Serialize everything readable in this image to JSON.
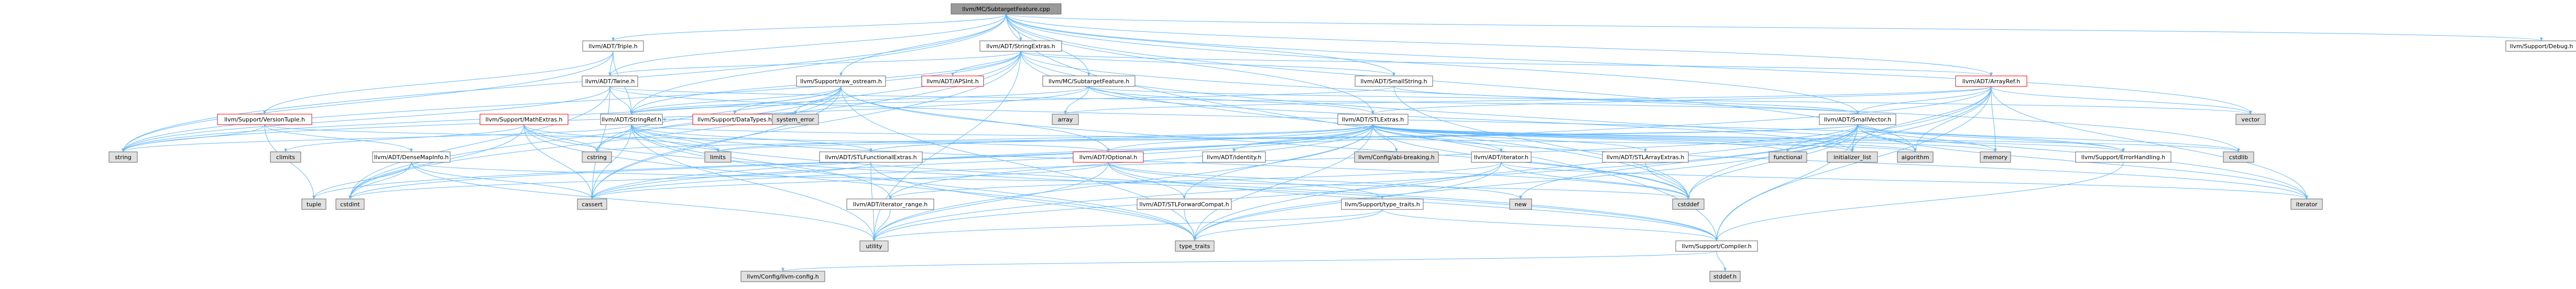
{
  "colors": {
    "edge": "#63b8ff",
    "node_border": "#666666",
    "node_fill": "#ffffff",
    "root_fill": "#999999",
    "system_fill": "#e0e0e0",
    "cycle_border": "#ff0000"
  },
  "nodes": [
    {
      "id": "root",
      "label": "llvm/MC/SubtargetFeature.cpp",
      "kind": "root"
    },
    {
      "id": "triple",
      "label": "llvm/ADT/Triple.h"
    },
    {
      "id": "stringextras",
      "label": "llvm/ADT/StringExtras.h"
    },
    {
      "id": "twine",
      "label": "llvm/ADT/Twine.h"
    },
    {
      "id": "ostream",
      "label": "llvm/Support/raw_ostream.h"
    },
    {
      "id": "apsint",
      "label": "llvm/ADT/APSInt.h",
      "kind": "cycle"
    },
    {
      "id": "subtargetfeature",
      "label": "llvm/MC/SubtargetFeature.h"
    },
    {
      "id": "smallstring",
      "label": "llvm/ADT/SmallString.h"
    },
    {
      "id": "arrayref",
      "label": "llvm/ADT/ArrayRef.h",
      "kind": "cycle"
    },
    {
      "id": "debug",
      "label": "llvm/Support/Debug.h"
    },
    {
      "id": "versiontuple",
      "label": "llvm/Support/VersionTuple.h",
      "kind": "cycle"
    },
    {
      "id": "stringref",
      "label": "llvm/ADT/StringRef.h"
    },
    {
      "id": "datatypes",
      "label": "llvm/Support/DataTypes.h",
      "kind": "cycle"
    },
    {
      "id": "system_error",
      "label": "system_error",
      "kind": "system"
    },
    {
      "id": "array",
      "label": "array",
      "kind": "system"
    },
    {
      "id": "stlextras",
      "label": "llvm/ADT/STLExtras.h"
    },
    {
      "id": "smallvector",
      "label": "llvm/ADT/SmallVector.h"
    },
    {
      "id": "vector",
      "label": "vector",
      "kind": "system"
    },
    {
      "id": "mathextras",
      "label": "llvm/Support/MathExtras.h",
      "kind": "cycle"
    },
    {
      "id": "string",
      "label": "string",
      "kind": "system"
    },
    {
      "id": "climits",
      "label": "climits",
      "kind": "system"
    },
    {
      "id": "densemapinfo",
      "label": "llvm/ADT/DenseMapInfo.h"
    },
    {
      "id": "cstring",
      "label": "cstring",
      "kind": "system"
    },
    {
      "id": "limits",
      "label": "limits",
      "kind": "system"
    },
    {
      "id": "stlfunctionalextras",
      "label": "llvm/ADT/STLFunctionalExtras.h"
    },
    {
      "id": "optional",
      "label": "llvm/ADT/Optional.h",
      "kind": "cycle"
    },
    {
      "id": "identity",
      "label": "llvm/ADT/identity.h"
    },
    {
      "id": "config_abi",
      "label": "llvm/Config/abi-breaking.h",
      "kind": "system"
    },
    {
      "id": "iterator",
      "label": "llvm/ADT/iterator.h"
    },
    {
      "id": "stlarrayextras",
      "label": "llvm/ADT/STLArrayExtras.h"
    },
    {
      "id": "functional",
      "label": "functional",
      "kind": "system"
    },
    {
      "id": "initializer_list",
      "label": "initializer_list",
      "kind": "system"
    },
    {
      "id": "algorithm",
      "label": "algorithm",
      "kind": "system"
    },
    {
      "id": "memory",
      "label": "memory",
      "kind": "system"
    },
    {
      "id": "cstdlib",
      "label": "cstdlib",
      "kind": "system"
    },
    {
      "id": "errorhandling",
      "label": "llvm/Support/ErrorHandling.h"
    },
    {
      "id": "tuple",
      "label": "tuple",
      "kind": "system"
    },
    {
      "id": "cstdint",
      "label": "cstdint",
      "kind": "system"
    },
    {
      "id": "cassert",
      "label": "cassert",
      "kind": "system"
    },
    {
      "id": "iterator_range",
      "label": "llvm/ADT/iterator_range.h"
    },
    {
      "id": "stlforwardcompat",
      "label": "llvm/ADT/STLForwardCompat.h"
    },
    {
      "id": "new",
      "label": "new",
      "kind": "system"
    },
    {
      "id": "typetraits_h",
      "label": "llvm/Support/type_traits.h"
    },
    {
      "id": "cstddef",
      "label": "cstddef",
      "kind": "system"
    },
    {
      "id": "iterator_sys",
      "label": "iterator",
      "kind": "system"
    },
    {
      "id": "utility",
      "label": "utility",
      "kind": "system"
    },
    {
      "id": "type_traits",
      "label": "type_traits",
      "kind": "system"
    },
    {
      "id": "compiler",
      "label": "llvm/Support/Compiler.h"
    },
    {
      "id": "llvmconfig",
      "label": "llvm/Config/llvm-config.h",
      "kind": "system"
    },
    {
      "id": "stddef",
      "label": "stddef.h",
      "kind": "system"
    }
  ],
  "edges": [
    [
      "root",
      "triple"
    ],
    [
      "root",
      "stringextras"
    ],
    [
      "root",
      "twine"
    ],
    [
      "root",
      "ostream"
    ],
    [
      "root",
      "subtargetfeature"
    ],
    [
      "root",
      "smallstring"
    ],
    [
      "root",
      "arrayref"
    ],
    [
      "root",
      "debug"
    ],
    [
      "root",
      "stringref"
    ],
    [
      "root",
      "smallvector"
    ],
    [
      "root",
      "string"
    ],
    [
      "root",
      "vector"
    ],
    [
      "root",
      "stlextras"
    ],
    [
      "root",
      "compiler"
    ],
    [
      "root",
      "algorithm"
    ],
    [
      "triple",
      "twine"
    ],
    [
      "triple",
      "stringref"
    ],
    [
      "triple",
      "versiontuple"
    ],
    [
      "triple",
      "string"
    ],
    [
      "stringextras",
      "apsint"
    ],
    [
      "stringextras",
      "arrayref"
    ],
    [
      "stringextras",
      "smallstring"
    ],
    [
      "stringextras",
      "stringref"
    ],
    [
      "stringextras",
      "twine"
    ],
    [
      "stringextras",
      "cassert"
    ],
    [
      "stringextras",
      "cstddef"
    ],
    [
      "stringextras",
      "cstdint"
    ],
    [
      "stringextras",
      "cstdlib"
    ],
    [
      "stringextras",
      "cstring"
    ],
    [
      "stringextras",
      "iterator_sys"
    ],
    [
      "stringextras",
      "string"
    ],
    [
      "stringextras",
      "utility"
    ],
    [
      "twine",
      "smallvector"
    ],
    [
      "twine",
      "stringref"
    ],
    [
      "twine",
      "errorhandling"
    ],
    [
      "twine",
      "cassert"
    ],
    [
      "twine",
      "cstdint"
    ],
    [
      "twine",
      "string"
    ],
    [
      "ostream",
      "stringref"
    ],
    [
      "ostream",
      "datatypes"
    ],
    [
      "ostream",
      "cassert"
    ],
    [
      "ostream",
      "cstddef"
    ],
    [
      "ostream",
      "cstdint"
    ],
    [
      "ostream",
      "cstring"
    ],
    [
      "ostream",
      "optional"
    ],
    [
      "ostream",
      "string"
    ],
    [
      "ostream",
      "system_error"
    ],
    [
      "ostream",
      "type_traits"
    ],
    [
      "subtargetfeature",
      "stringref"
    ],
    [
      "subtargetfeature",
      "array"
    ],
    [
      "subtargetfeature",
      "stlextras"
    ],
    [
      "subtargetfeature",
      "initializer_list"
    ],
    [
      "subtargetfeature",
      "string"
    ],
    [
      "subtargetfeature",
      "vector"
    ],
    [
      "smallstring",
      "smallvector"
    ],
    [
      "smallstring",
      "stringref"
    ],
    [
      "smallstring",
      "cstddef"
    ],
    [
      "arrayref",
      "smallvector"
    ],
    [
      "arrayref",
      "stlextras"
    ],
    [
      "arrayref",
      "compiler"
    ],
    [
      "arrayref",
      "algorithm"
    ],
    [
      "arrayref",
      "array"
    ],
    [
      "arrayref",
      "cassert"
    ],
    [
      "arrayref",
      "cstddef"
    ],
    [
      "arrayref",
      "initializer_list"
    ],
    [
      "arrayref",
      "iterator_sys"
    ],
    [
      "arrayref",
      "memory"
    ],
    [
      "arrayref",
      "type_traits"
    ],
    [
      "arrayref",
      "vector"
    ],
    [
      "versiontuple",
      "densemapinfo"
    ],
    [
      "versiontuple",
      "optional"
    ],
    [
      "versiontuple",
      "string"
    ],
    [
      "versiontuple",
      "tuple"
    ],
    [
      "stringref",
      "stlfunctionalextras"
    ],
    [
      "stringref",
      "iterator_range"
    ],
    [
      "stringref",
      "compiler"
    ],
    [
      "stringref",
      "algorithm"
    ],
    [
      "stringref",
      "cassert"
    ],
    [
      "stringref",
      "cstddef"
    ],
    [
      "stringref",
      "cstring"
    ],
    [
      "stringref",
      "limits"
    ],
    [
      "stringref",
      "string"
    ],
    [
      "stringref",
      "type_traits"
    ],
    [
      "stringref",
      "utility"
    ],
    [
      "stlextras",
      "stlforwardcompat"
    ],
    [
      "stlextras",
      "stlarrayextras"
    ],
    [
      "stlextras",
      "stlfunctionalextras"
    ],
    [
      "stlextras",
      "identity"
    ],
    [
      "stlextras",
      "iterator"
    ],
    [
      "stlextras",
      "iterator_range"
    ],
    [
      "stlextras",
      "config_abi"
    ],
    [
      "stlextras",
      "errorhandling"
    ],
    [
      "stlextras",
      "algorithm"
    ],
    [
      "stlextras",
      "cassert"
    ],
    [
      "stlextras",
      "cstddef"
    ],
    [
      "stlextras",
      "cstdint"
    ],
    [
      "stlextras",
      "cstdlib"
    ],
    [
      "stlextras",
      "functional"
    ],
    [
      "stlextras",
      "initializer_list"
    ],
    [
      "stlextras",
      "iterator_sys"
    ],
    [
      "stlextras",
      "limits"
    ],
    [
      "stlextras",
      "memory"
    ],
    [
      "stlextras",
      "optional"
    ],
    [
      "stlextras",
      "tuple"
    ],
    [
      "stlextras",
      "type_traits"
    ],
    [
      "stlextras",
      "utility"
    ],
    [
      "smallvector",
      "compiler"
    ],
    [
      "smallvector",
      "type_traits"
    ],
    [
      "smallvector",
      "algorithm"
    ],
    [
      "smallvector",
      "cassert"
    ],
    [
      "smallvector",
      "cstddef"
    ],
    [
      "smallvector",
      "cstdlib"
    ],
    [
      "smallvector",
      "cstring"
    ],
    [
      "smallvector",
      "functional"
    ],
    [
      "smallvector",
      "initializer_list"
    ],
    [
      "smallvector",
      "iterator_sys"
    ],
    [
      "smallvector",
      "limits"
    ],
    [
      "smallvector",
      "memory"
    ],
    [
      "smallvector",
      "new"
    ],
    [
      "smallvector",
      "utility"
    ],
    [
      "smallvector",
      "errorhandling"
    ],
    [
      "mathextras",
      "compiler"
    ],
    [
      "mathextras",
      "cassert"
    ],
    [
      "mathextras",
      "climits"
    ],
    [
      "mathextras",
      "cstdint"
    ],
    [
      "mathextras",
      "cstring"
    ],
    [
      "mathextras",
      "limits"
    ],
    [
      "mathextras",
      "type_traits"
    ],
    [
      "densemapinfo",
      "cassert"
    ],
    [
      "densemapinfo",
      "cstddef"
    ],
    [
      "densemapinfo",
      "cstdint"
    ],
    [
      "densemapinfo",
      "tuple"
    ],
    [
      "densemapinfo",
      "utility"
    ],
    [
      "stlfunctionalextras",
      "stlextras"
    ],
    [
      "stlfunctionalextras",
      "cstdint"
    ],
    [
      "stlfunctionalextras",
      "type_traits"
    ],
    [
      "stlfunctionalextras",
      "utility"
    ],
    [
      "optional",
      "compiler"
    ],
    [
      "optional",
      "typetraits_h"
    ],
    [
      "optional",
      "stlforwardcompat"
    ],
    [
      "optional",
      "cassert"
    ],
    [
      "optional",
      "new"
    ],
    [
      "optional",
      "utility"
    ],
    [
      "iterator",
      "iterator_range"
    ],
    [
      "iterator",
      "cstddef"
    ],
    [
      "iterator",
      "iterator_sys"
    ],
    [
      "iterator",
      "type_traits"
    ],
    [
      "iterator",
      "utility"
    ],
    [
      "stlarrayextras",
      "cstddef"
    ],
    [
      "errorhandling",
      "compiler"
    ],
    [
      "iterator_range",
      "utility"
    ],
    [
      "stlforwardcompat",
      "type_traits"
    ],
    [
      "typetraits_h",
      "compiler"
    ],
    [
      "typetraits_h",
      "type_traits"
    ],
    [
      "typetraits_h",
      "utility"
    ],
    [
      "compiler",
      "llvmconfig"
    ],
    [
      "compiler",
      "stddef"
    ],
    [
      "datatypes",
      "stringref"
    ]
  ]
}
